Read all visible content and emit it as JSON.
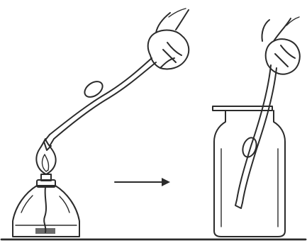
{
  "figure": {
    "step_1": "igniting-substance-over-alcohol-lamp",
    "step_2": "inserting-burning-substance-into-gas-jar",
    "arrow_direction": "right",
    "ink_color": "#2b2b2b",
    "background_color": "#ffffff"
  },
  "icons": [
    "hand-icon",
    "crucible-tongs-icon",
    "alcohol-lamp-icon",
    "flame-icon",
    "gas-jar-icon",
    "glass-cover-icon",
    "right-arrow-icon"
  ]
}
